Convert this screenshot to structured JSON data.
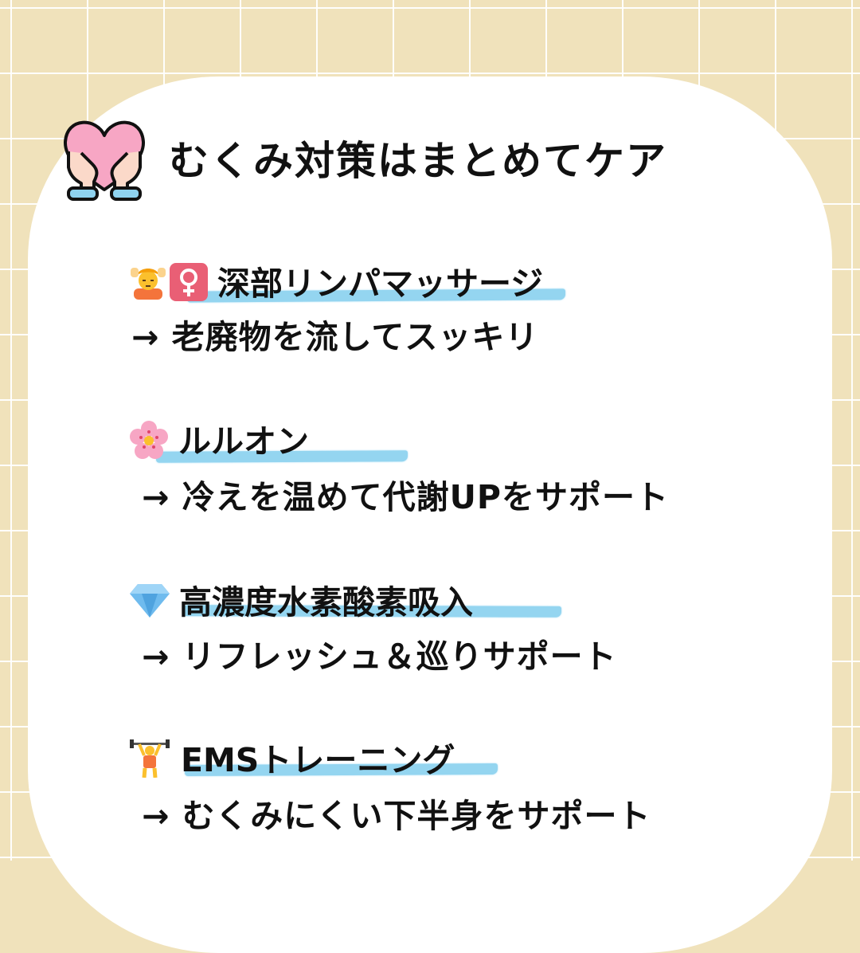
{
  "background": {
    "color": "#f0e2bb",
    "grid_line_color": "#ffffff"
  },
  "card": {
    "color": "#ffffff"
  },
  "header": {
    "icon": "heart-in-hands-icon",
    "title": "むくみ対策はまとめてケア"
  },
  "accent": {
    "underline_color": "#8fd3f0",
    "heart_color": "#f7a6c4",
    "hand_color": "#fbd9c9",
    "cuff_color": "#8fd3f0"
  },
  "items": [
    {
      "icon": "woman-getting-massage-icon",
      "heading": "深部リンパマッサージ",
      "description": "→ 老廃物を流してスッキリ"
    },
    {
      "icon": "cherry-blossom-icon",
      "heading": "ルルオン",
      "description": "→ 冷えを温めて代謝UPをサポート"
    },
    {
      "icon": "gem-icon",
      "heading": "高濃度水素酸素吸入",
      "description": "→ リフレッシュ＆巡りサポート"
    },
    {
      "icon": "weight-lifter-icon",
      "heading": "EMSトレーニング",
      "description": "→ むくみにくい下半身をサポート"
    }
  ]
}
